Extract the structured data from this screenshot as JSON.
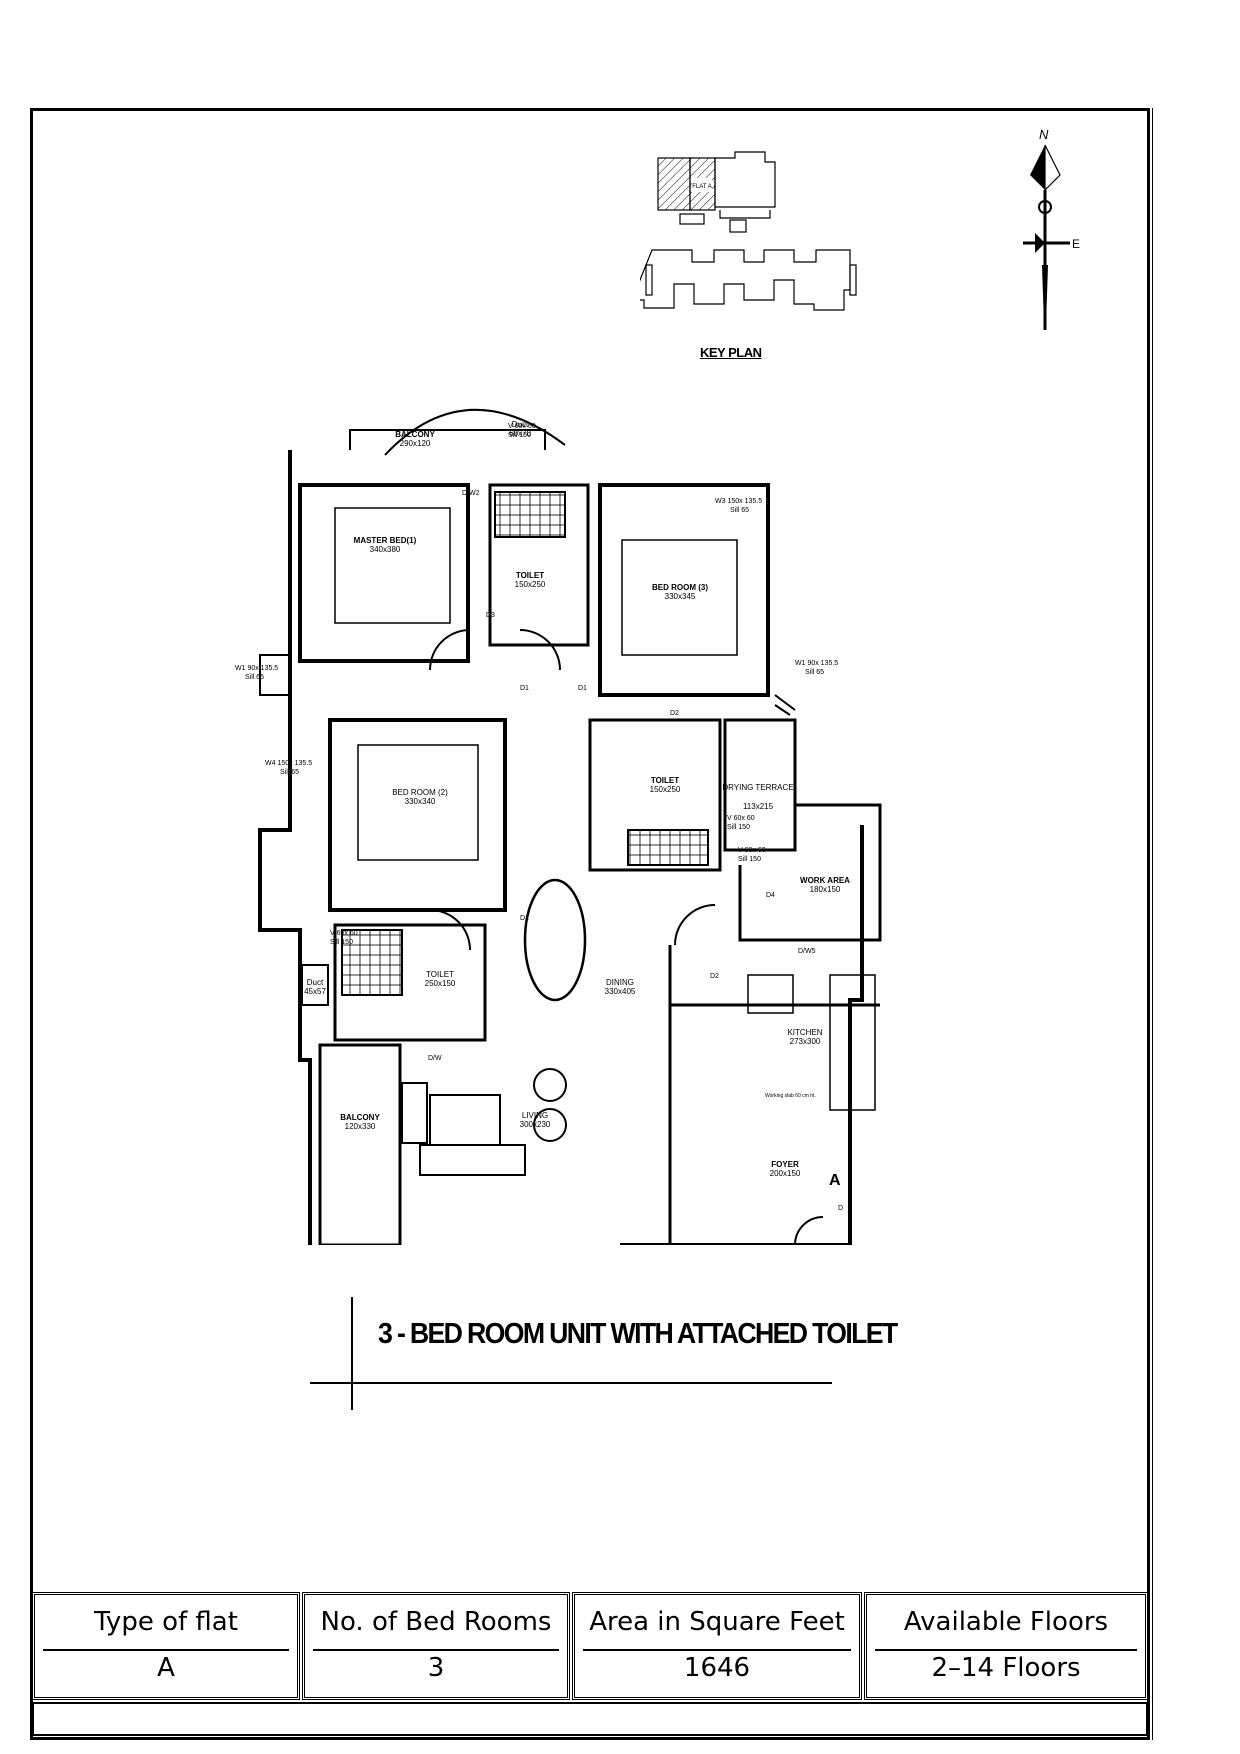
{
  "key_plan": {
    "label": "KEY PLAN",
    "flat_label": "FLAT A"
  },
  "compass": {
    "north": "N",
    "east": "E"
  },
  "rooms": {
    "balcony_top": {
      "name": "BALCONY",
      "size": "290x120"
    },
    "duct_top": {
      "name": "Duct",
      "size": "60x70"
    },
    "master_bed": {
      "name": "MASTER BED(1)",
      "size": "340x380"
    },
    "toilet_1": {
      "name": "TOILET",
      "size": "150x250"
    },
    "bed_room_3": {
      "name": "BED ROOM (3)",
      "size": "330x345"
    },
    "bed_room_2": {
      "name": "BED ROOM (2)",
      "size": "330x340"
    },
    "toilet_3": {
      "name": "TOILET",
      "size": "150x250"
    },
    "drying_terrace": {
      "name": "DRYING TERRACE",
      "size": "113x215"
    },
    "work_area": {
      "name": "WORK AREA",
      "size": "180x150"
    },
    "toilet_2": {
      "name": "TOILET",
      "size": "250x150"
    },
    "duct_left": {
      "name": "Duct",
      "size": "45x57"
    },
    "dining": {
      "name": "DINING",
      "size": "330x405"
    },
    "kitchen": {
      "name": "KITCHEN",
      "size": "273x300"
    },
    "balcony_left": {
      "name": "BALCONY",
      "size": "120x330"
    },
    "living": {
      "name": "LIVING",
      "size": "300x230"
    },
    "foyer": {
      "name": "FOYER",
      "size": "200x150"
    }
  },
  "annotations": {
    "v_top": "V 60x 60",
    "sill_top": "Sill 150",
    "dw2": "D/W2",
    "w3": "W3 150x 135.5",
    "w3_sill": "Sill 65",
    "w1_left": "W1 90x 135.5",
    "w1_left_sill": "Sill 65",
    "w4": "W4 150x 135.5",
    "w4_sill": "Sill 65",
    "w1_right": "W1 90x 135.5",
    "w1_right_sill": "Sill 65",
    "d1a": "D1",
    "d1b": "D1",
    "d1c": "D1",
    "d2a": "D2",
    "d2b": "D2",
    "d3": "D3",
    "d4": "D4",
    "dw5": "D/W5",
    "dw": "D/W",
    "v_right": "V 60x 60",
    "sill_right": "Sill 150",
    "v_right2": "V 60x 60",
    "sill_right2": "Sill 150",
    "v_left": "V 60x 60",
    "sill_left": "Sill 150",
    "working_slab": "Working slab 60 cm ht.",
    "entry": "A",
    "entry_door": "D"
  },
  "title": "3 - BED ROOM UNIT WITH ATTACHED TOILET",
  "info_table": [
    {
      "header": "Type of flat",
      "value": "A"
    },
    {
      "header": "No. of Bed Rooms",
      "value": "3"
    },
    {
      "header": "Area in Square Feet",
      "value": "1646"
    },
    {
      "header": "Available Floors",
      "value": "2–14 Floors"
    }
  ]
}
